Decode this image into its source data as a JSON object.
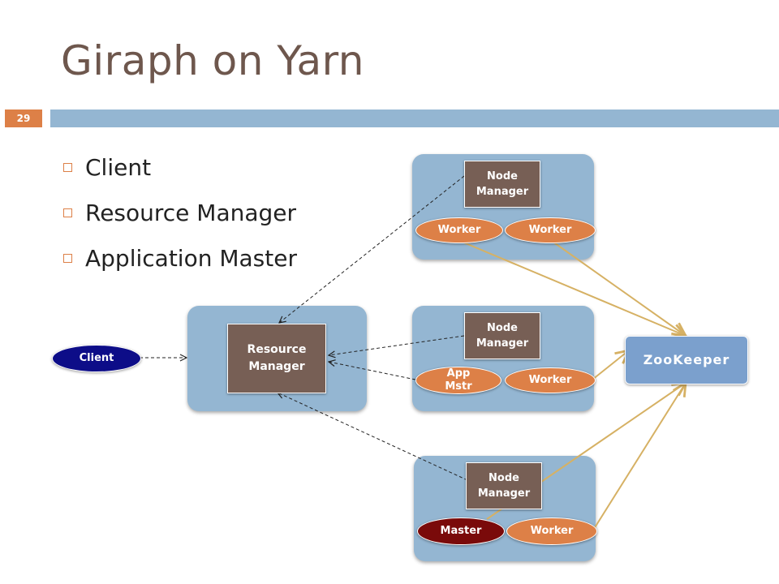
{
  "title": "Giraph on Yarn",
  "slide_number": "29",
  "bullets": [
    "Client",
    "Resource Manager",
    "Application Master"
  ],
  "diagram": {
    "client": "Client",
    "resource_manager": "Resource Manager",
    "zookeeper": "ZooKeeper",
    "node_top": {
      "manager": "Node Manager",
      "left": "Worker",
      "right": "Worker"
    },
    "node_mid": {
      "manager": "Node Manager",
      "left": "App Mstr",
      "right": "Worker"
    },
    "node_bot": {
      "manager": "Node Manager",
      "left": "Master",
      "right": "Worker"
    }
  },
  "colors": {
    "title": "#6e574d",
    "accent_orange": "#dd8047",
    "bar_blue": "#94b6d2",
    "node_manager": "#775f55",
    "zookeeper": "#7ba0cd",
    "master": "#7a0a0a",
    "client": "#0d0d88",
    "gold_arrow": "#d6b164"
  }
}
